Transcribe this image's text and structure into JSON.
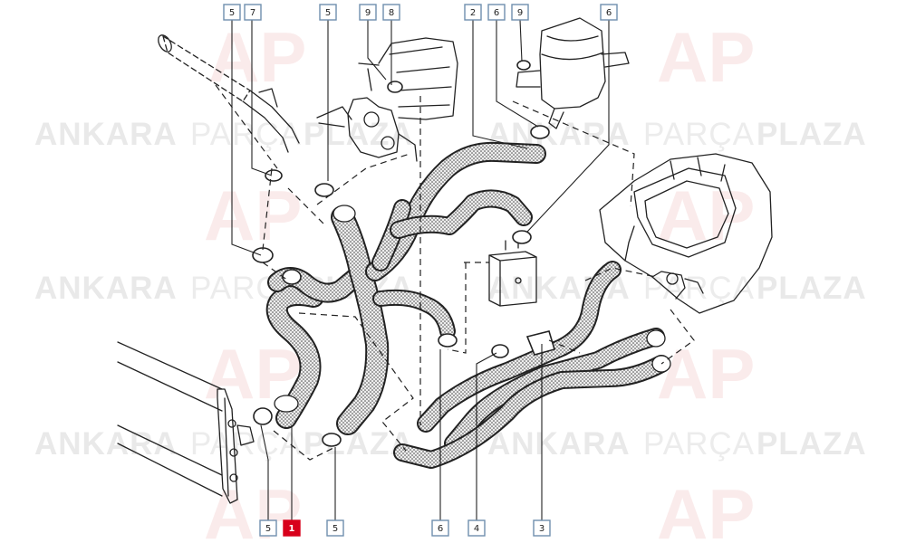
{
  "watermark": {
    "brand_bold_left": "ANKARA",
    "brand_light": "PARÇA",
    "brand_bold_right": "PLAZA",
    "logo_letters": "AP"
  },
  "callouts": [
    {
      "id": "c-top-5a",
      "label": "5",
      "highlight": false
    },
    {
      "id": "c-top-7",
      "label": "7",
      "highlight": false
    },
    {
      "id": "c-top-5b",
      "label": "5",
      "highlight": false
    },
    {
      "id": "c-top-9a",
      "label": "9",
      "highlight": false
    },
    {
      "id": "c-top-8",
      "label": "8",
      "highlight": false
    },
    {
      "id": "c-top-2",
      "label": "2",
      "highlight": false
    },
    {
      "id": "c-top-6a",
      "label": "6",
      "highlight": false
    },
    {
      "id": "c-top-9b",
      "label": "9",
      "highlight": false
    },
    {
      "id": "c-top-6b",
      "label": "6",
      "highlight": false
    },
    {
      "id": "c-bot-5a",
      "label": "5",
      "highlight": false
    },
    {
      "id": "c-bot-1",
      "label": "1",
      "highlight": true
    },
    {
      "id": "c-bot-5b",
      "label": "5",
      "highlight": false
    },
    {
      "id": "c-bot-6",
      "label": "6",
      "highlight": false
    },
    {
      "id": "c-bot-4",
      "label": "4",
      "highlight": false
    },
    {
      "id": "c-bot-3",
      "label": "3",
      "highlight": false
    }
  ],
  "colors": {
    "hose_fill": "#ededed",
    "callout_border": "#6f8fae",
    "highlight": "#d8001b",
    "watermark_logo": "#f6dada"
  }
}
